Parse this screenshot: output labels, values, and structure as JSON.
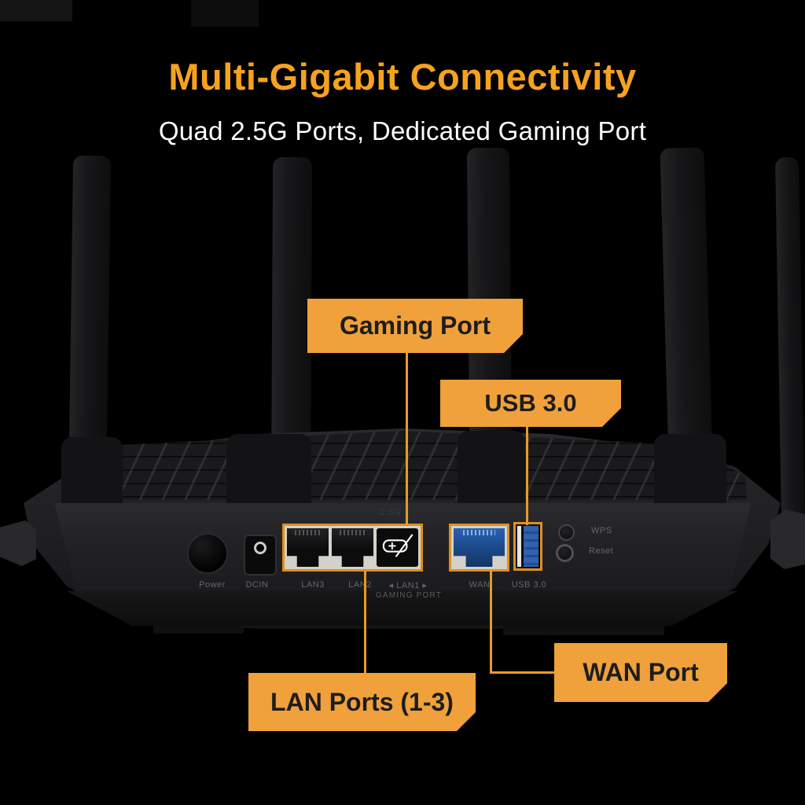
{
  "page": {
    "title": "Multi-Gigabit Connectivity",
    "subtitle": "Quad 2.5G Ports, Dedicated Gaming Port"
  },
  "callouts": {
    "gaming": "Gaming Port",
    "usb": "USB 3.0",
    "lan": "LAN Ports (1-3)",
    "wan": "WAN Port"
  },
  "panel": {
    "power": "Power",
    "dc": "DCIN",
    "lan3": "LAN3",
    "lan2": "LAN2",
    "lan1": "◂ LAN1 ▸",
    "gaming_port": "GAMING PORT",
    "wan": "WAN",
    "usb": "USB 3.0",
    "wps": "WPS",
    "reset": "Reset",
    "speed": "2.5G"
  },
  "icons": {
    "gaming_port_icon": "gamepad-icon"
  },
  "colors": {
    "background": "#000000",
    "title_orange": "#F5A21F",
    "callout_orange": "#F0A13C",
    "connector_line_orange": "#E89A25",
    "port_highlight_orange": "#DE8F1F",
    "wan_blue": "#1D4C8F",
    "usb_blue": "#2F62B0",
    "callout_text": "#1D1D1D",
    "subtitle_white": "#FFFFFF"
  }
}
